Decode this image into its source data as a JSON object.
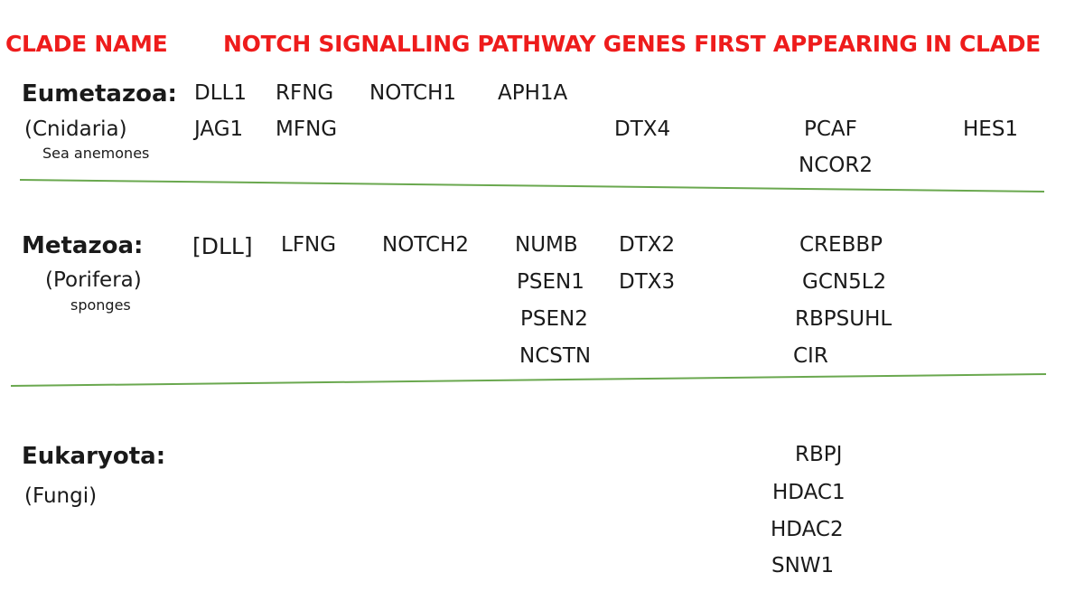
{
  "headers": {
    "clade_name": "CLADE NAME",
    "genes_title": "NOTCH SIGNALLING PATHWAY GENES FIRST APPEARING IN CLADE"
  },
  "colors": {
    "header": "#ee1c1c",
    "separator": "#6aa84f",
    "text": "#1a1a1a"
  },
  "clades": [
    {
      "name": "Eumetazoa:",
      "group": "(Cnidaria)",
      "common": "Sea anemones",
      "genes": {
        "g0": "DLL1",
        "g1": "RFNG",
        "g2": "NOTCH1",
        "g3": "APH1A",
        "g4": "JAG1",
        "g5": "MFNG",
        "g6": "DTX4",
        "g7": "PCAF",
        "g8": "NCOR2",
        "g9": "HES1"
      }
    },
    {
      "name": "Metazoa:",
      "group": "(Porifera)",
      "common": "sponges",
      "genes": {
        "g0": "[DLL]",
        "g1": "LFNG",
        "g2": "NOTCH2",
        "g3": "NUMB",
        "g4": "PSEN1",
        "g5": "PSEN2",
        "g6": "NCSTN",
        "g7": "DTX2",
        "g8": "DTX3",
        "g9": "CREBBP",
        "g10": "GCN5L2",
        "g11": "RBPSUHL",
        "g12": "CIR"
      }
    },
    {
      "name": "Eukaryota:",
      "group": "(Fungi)",
      "genes": {
        "g0": "RBPJ",
        "g1": "HDAC1",
        "g2": "HDAC2",
        "g3": "SNW1"
      }
    }
  ]
}
